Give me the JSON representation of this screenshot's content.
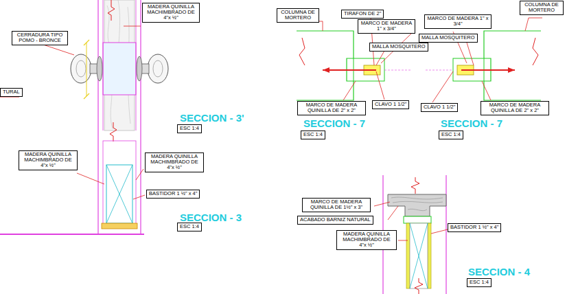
{
  "diagram": {
    "nodes": [
      {
        "text": [
          "MADERA QUINILLA MACHIMBRADO DE 4\"x ½\""
        ]
      },
      {
        "text": [
          "CERRADURA TIPO POMO - BRONCE"
        ]
      },
      {
        "text": [
          "TURAL"
        ]
      },
      {
        "text": [
          "ESC 1:4"
        ]
      },
      {
        "text": [
          "MADERA QUINILLA MACHIMBRADO DE 4\"x ½\""
        ]
      },
      {
        "text": [
          "MADERA QUINILLA MACHIMBRADO DE 4\"x ½\""
        ]
      },
      {
        "text": [
          "BASTIDOR 1 ½\" x 4\""
        ]
      },
      {
        "text": [
          "ESC 1:4"
        ]
      },
      {
        "text": [
          "COLUMNA DE MORTERO"
        ]
      },
      {
        "text": [
          "TIRAFON DE 2\""
        ]
      },
      {
        "text": [
          "MARCO DE MADERA 1\" x 3/4\""
        ]
      },
      {
        "text": [
          "MARCO DE MADERA 1\" x 3/4\""
        ]
      },
      {
        "text": [
          "COLUMNA DE MORTERO"
        ]
      },
      {
        "text": [
          "MALLA MOSQUITERO"
        ]
      },
      {
        "text": [
          "MALLA MOSQUITERO"
        ]
      },
      {
        "text": [
          "MARCO DE MADERA QUINILLA DE 2\" x 2\""
        ]
      },
      {
        "text": [
          "CLAVO 1 1/2\""
        ]
      },
      {
        "text": [
          "CLAVO 1 1/2\""
        ]
      },
      {
        "text": [
          "MARCO DE MADERA QUINILLA DE 2\" x 2\""
        ]
      },
      {
        "text": [
          "ESC 1:4"
        ]
      },
      {
        "text": [
          "ESC 1:4"
        ]
      },
      {
        "text": [
          "MARCO DE MADERA QUINILLA DE 1½\" x 3\""
        ]
      },
      {
        "text": [
          "ACABADO BARNIZ NATURAL"
        ]
      },
      {
        "text": [
          "MADERA QUINILLA MACHIMBRADO DE 4\"x ½\""
        ]
      },
      {
        "text": [
          "BASTIDOR 1 ½\" x 4\""
        ]
      },
      {
        "text": [
          "ESC 1:4"
        ]
      }
    ],
    "labels": [
      "SECCION - 3'",
      "SECCION - 3",
      "SECCION - 7",
      "SECCION - 7",
      "SECCION - 4"
    ]
  }
}
